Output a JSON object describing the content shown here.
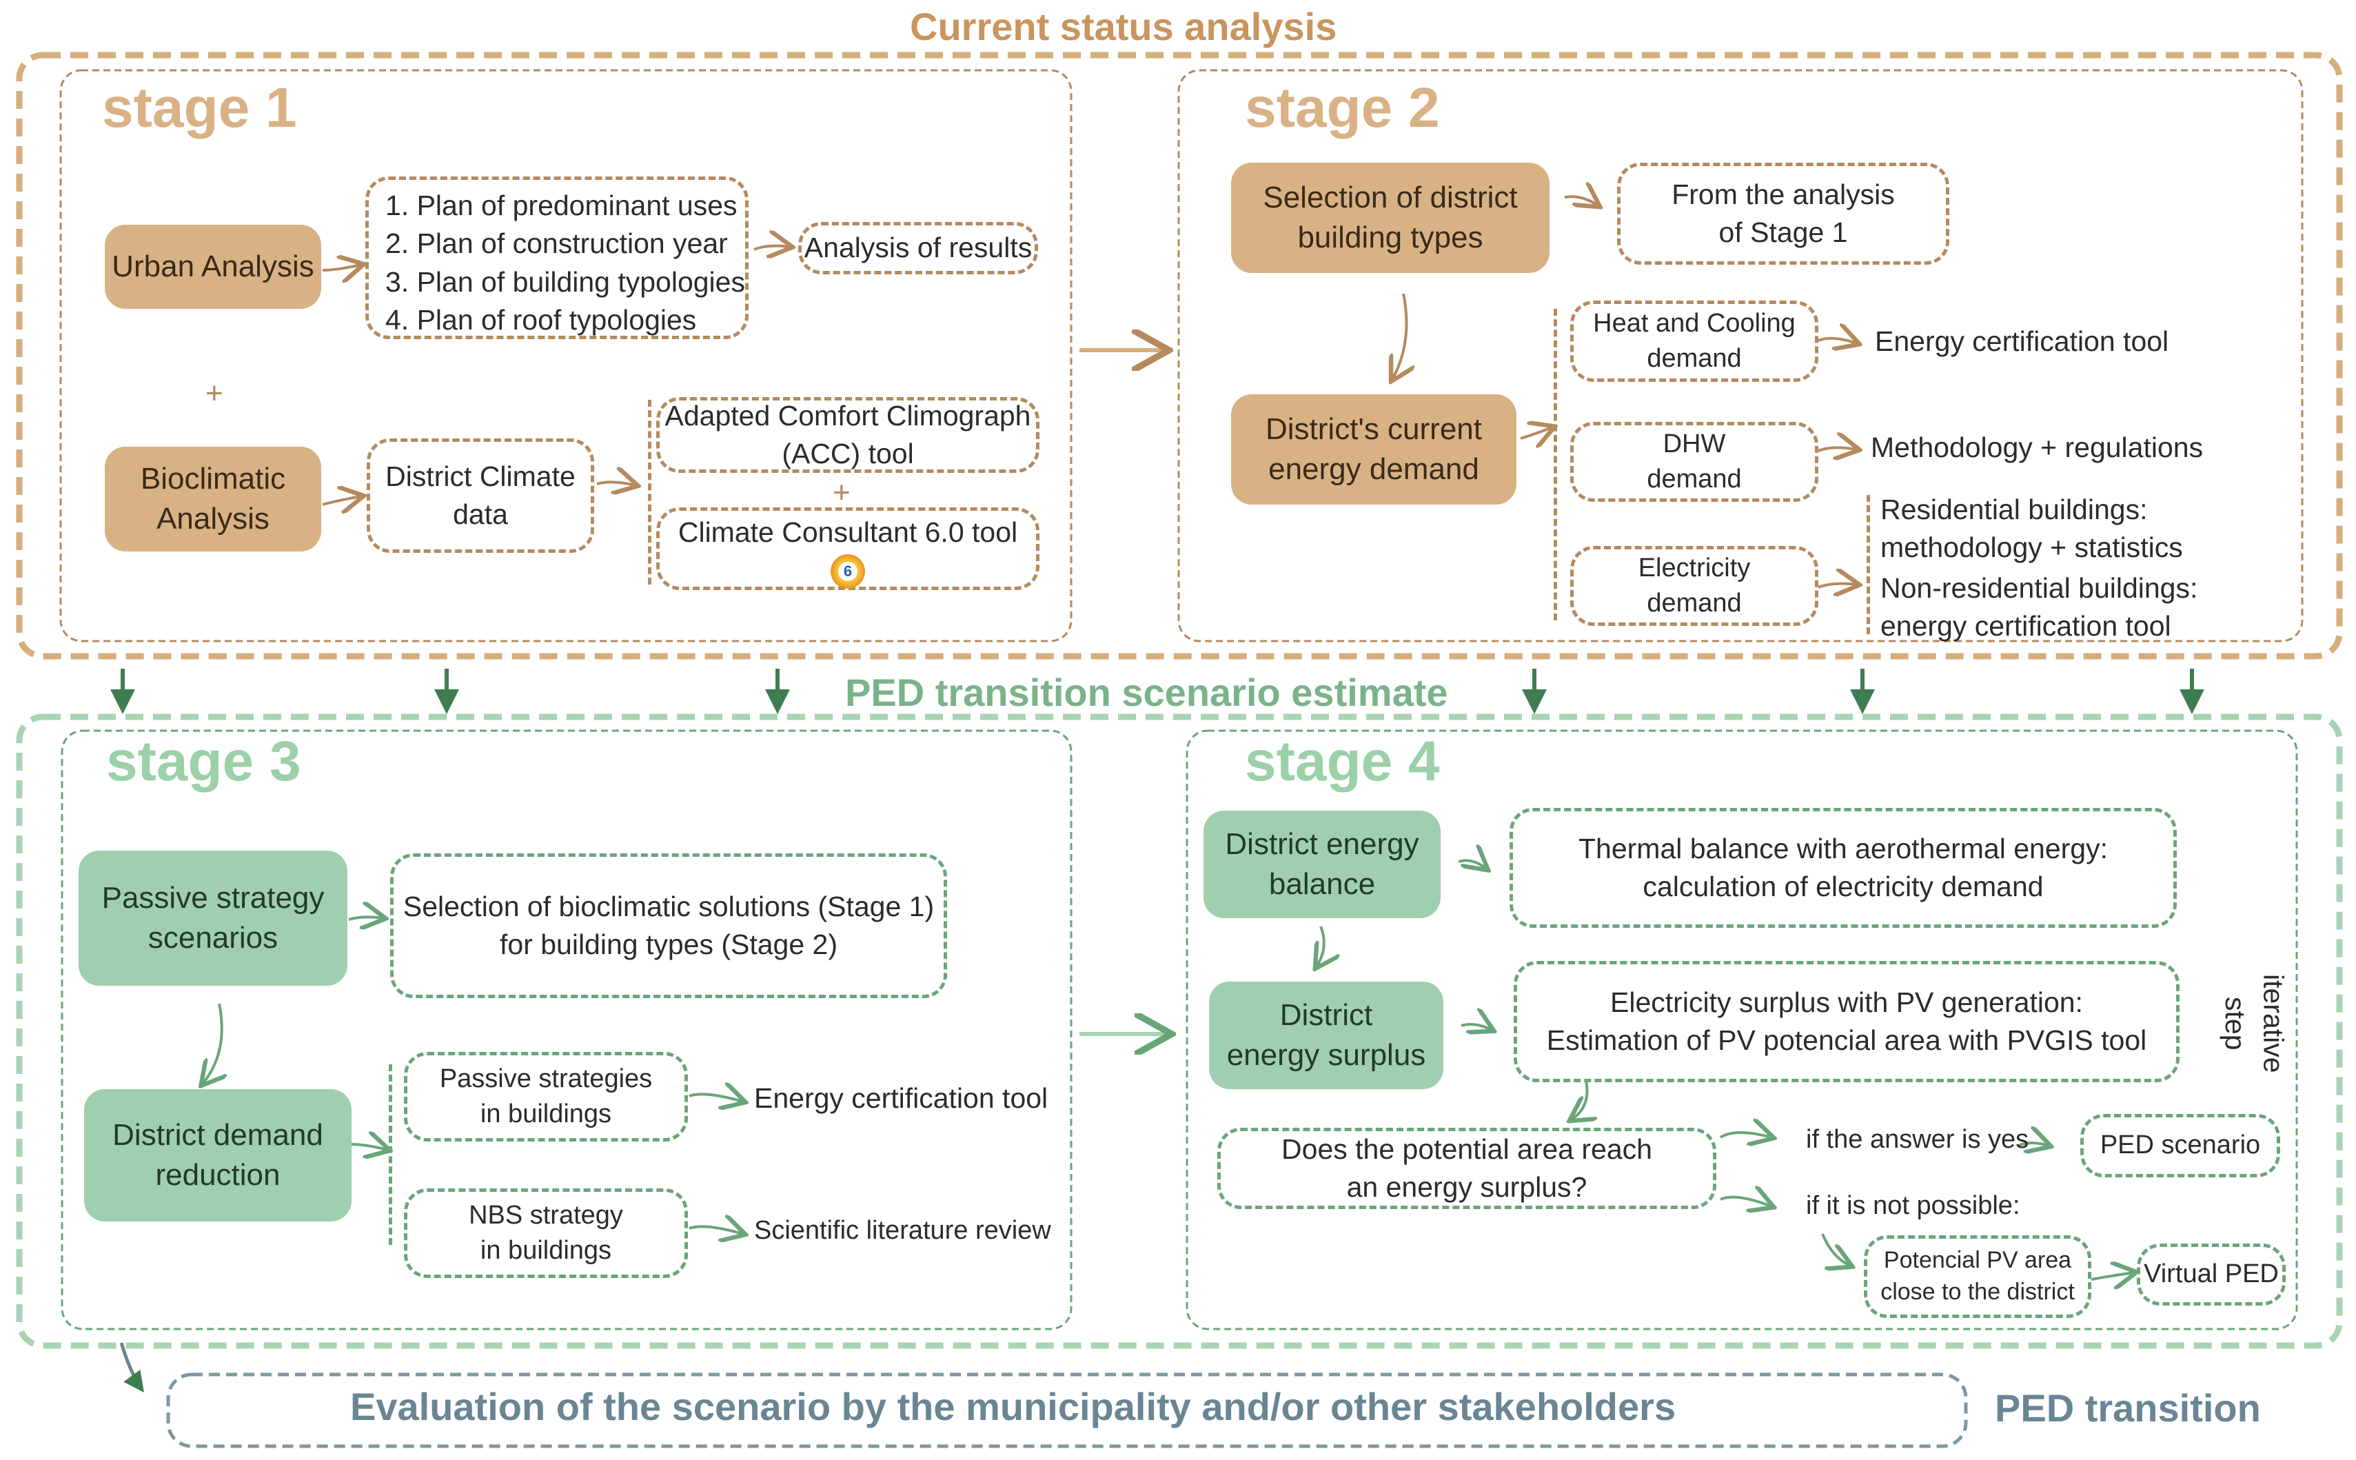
{
  "sections": {
    "current_status": "Current status  analysis",
    "ped_estimate": "PED transition scenario estimate",
    "evaluation": "Evaluation of the scenario by the municipality and/or other stakeholders",
    "ped_transition": "PED transition"
  },
  "stage1": {
    "title": "stage 1",
    "urban_analysis": "Urban Analysis",
    "plans": [
      "1. Plan of predominant uses",
      "2. Plan of construction year",
      "3. Plan of building typologies",
      "4. Plan of roof typologies"
    ],
    "analysis_results": "Analysis of results",
    "plus": "+",
    "bioclimatic": [
      "Bioclimatic",
      "Analysis"
    ],
    "climate_data": [
      "District Climate",
      "data"
    ],
    "acc_tool": [
      "Adapted Comfort Climograph",
      "(ACC) tool"
    ],
    "plus2": "+",
    "climate_consultant": "Climate Consultant 6.0 tool",
    "cc_icon_text": "6"
  },
  "stage2": {
    "title": "stage 2",
    "selection": [
      "Selection of district",
      "building types"
    ],
    "from_analysis": [
      "From the analysis",
      "of Stage 1"
    ],
    "current_demand": [
      "District's current",
      "energy demand"
    ],
    "heat_cooling": [
      "Heat and Cooling",
      "demand"
    ],
    "dhw": [
      "DHW",
      "demand"
    ],
    "electricity": [
      "Electricity",
      "demand"
    ],
    "energy_cert_tool": "Energy certification tool",
    "methodology_regs": "Methodology + regulations",
    "residential": [
      "Residential buildings:",
      "methodology + statistics"
    ],
    "non_residential": [
      "Non-residential buildings:",
      "energy certification tool"
    ]
  },
  "stage3": {
    "title": "stage 3",
    "passive_scenarios": [
      "Passive strategy",
      "scenarios"
    ],
    "selection_solutions": [
      "Selection of bioclimatic solutions (Stage 1)",
      "for building types (Stage 2)"
    ],
    "demand_reduction": [
      "District demand",
      "reduction"
    ],
    "passive_buildings": [
      "Passive strategies",
      "in buildings"
    ],
    "nbs": [
      "NBS strategy",
      "in buildings"
    ],
    "energy_cert_tool": "Energy certification tool",
    "literature": "Scientific literature review"
  },
  "stage4": {
    "title": "stage 4",
    "energy_balance": [
      "District energy",
      "balance"
    ],
    "thermal_balance": [
      "Thermal balance with aerothermal energy:",
      "calculation of electricity demand"
    ],
    "energy_surplus": [
      "District",
      "energy surplus"
    ],
    "pv_surplus": [
      "Electricity surplus with PV generation:",
      "Estimation of PV potencial area with PVGIS tool"
    ],
    "iterative": [
      "iterative",
      "step"
    ],
    "question": [
      "Does the potential area reach",
      "an energy surplus?"
    ],
    "if_yes": "if the answer is yes",
    "ped_scenario": "PED scenario",
    "if_not": "if it is not possible:",
    "potential_pv": [
      "Potencial PV area",
      "close to the district"
    ],
    "virtual_ped": "Virtual PED"
  },
  "colors": {
    "orange_fill": "#d8b284",
    "orange_line": "#b48a5e",
    "green_fill": "#9fcfae",
    "green_line": "#6aa57a",
    "eval_text": "#6a8593"
  }
}
